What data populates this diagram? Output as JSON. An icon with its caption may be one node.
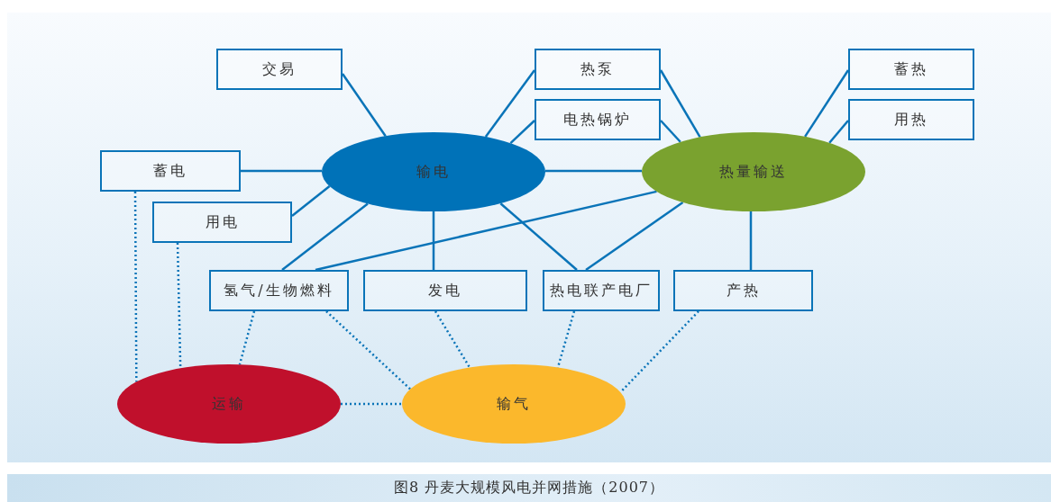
{
  "diagram": {
    "caption": "图8 丹麦大规模风电并网措施（2007）",
    "nodes": [
      {
        "text": [
          "交易"
        ]
      },
      {
        "text": [
          "热泵"
        ]
      },
      {
        "text": [
          "蓄热"
        ]
      },
      {
        "text": [
          "电热锅炉"
        ]
      },
      {
        "text": [
          "用热"
        ]
      },
      {
        "text": [
          "蓄电"
        ]
      },
      {
        "text": [
          "输电"
        ]
      },
      {
        "text": [
          "热量输送"
        ]
      },
      {
        "text": [
          "用电"
        ]
      },
      {
        "text": [
          "氢气/生物燃料"
        ]
      },
      {
        "text": [
          "发电"
        ]
      },
      {
        "text": [
          "热电联产电厂"
        ]
      },
      {
        "text": [
          "产热"
        ]
      },
      {
        "text": [
          "运输"
        ]
      },
      {
        "text": [
          "输气"
        ]
      }
    ],
    "edges": [
      {
        "from": 0,
        "to": 6,
        "arrow": "none"
      },
      {
        "from": 1,
        "to": 6,
        "arrow": "none"
      },
      {
        "from": 3,
        "to": 6,
        "arrow": "none"
      },
      {
        "from": 5,
        "to": 6,
        "arrow": "none"
      },
      {
        "from": 8,
        "to": 6,
        "arrow": "none"
      },
      {
        "from": 9,
        "to": 6,
        "arrow": "none"
      },
      {
        "from": 10,
        "to": 6,
        "arrow": "none"
      },
      {
        "from": 11,
        "to": 6,
        "arrow": "none"
      },
      {
        "from": 6,
        "to": 7,
        "arrow": "none"
      },
      {
        "from": 1,
        "to": 7,
        "arrow": "none"
      },
      {
        "from": 3,
        "to": 7,
        "arrow": "none"
      },
      {
        "from": 2,
        "to": 7,
        "arrow": "none"
      },
      {
        "from": 4,
        "to": 7,
        "arrow": "none"
      },
      {
        "from": 9,
        "to": 7,
        "arrow": "none"
      },
      {
        "from": 11,
        "to": 7,
        "arrow": "none"
      },
      {
        "from": 12,
        "to": 7,
        "arrow": "none"
      },
      {
        "from": 5,
        "to": 13,
        "arrow": "none",
        "style": "dashed"
      },
      {
        "from": 8,
        "to": 13,
        "arrow": "none",
        "style": "dashed"
      },
      {
        "from": 9,
        "to": 13,
        "arrow": "none",
        "style": "dashed"
      },
      {
        "from": 9,
        "to": 14,
        "arrow": "none",
        "style": "dashed"
      },
      {
        "from": 10,
        "to": 14,
        "arrow": "none",
        "style": "dashed"
      },
      {
        "from": 11,
        "to": 14,
        "arrow": "none",
        "style": "dashed"
      },
      {
        "from": 12,
        "to": 14,
        "arrow": "none",
        "style": "dashed"
      },
      {
        "from": 13,
        "to": 14,
        "arrow": "none",
        "style": "dashed"
      }
    ]
  }
}
